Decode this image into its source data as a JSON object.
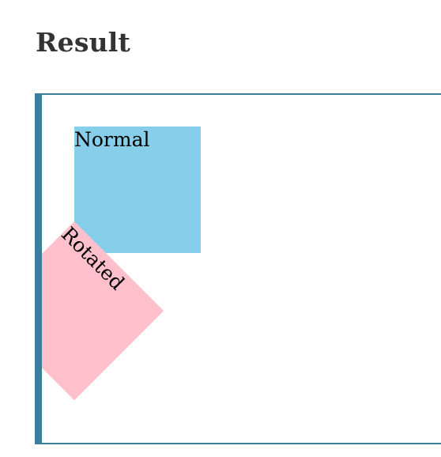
{
  "section": {
    "title": "Result"
  },
  "demo": {
    "normal_label": "Normal",
    "rotated_label": "Rotated",
    "colors": {
      "frame_border": "#3d7f99",
      "normal_fill": "#87ceeb",
      "rotated_fill": "#ffc0cb"
    },
    "rotation_degrees": 45
  }
}
